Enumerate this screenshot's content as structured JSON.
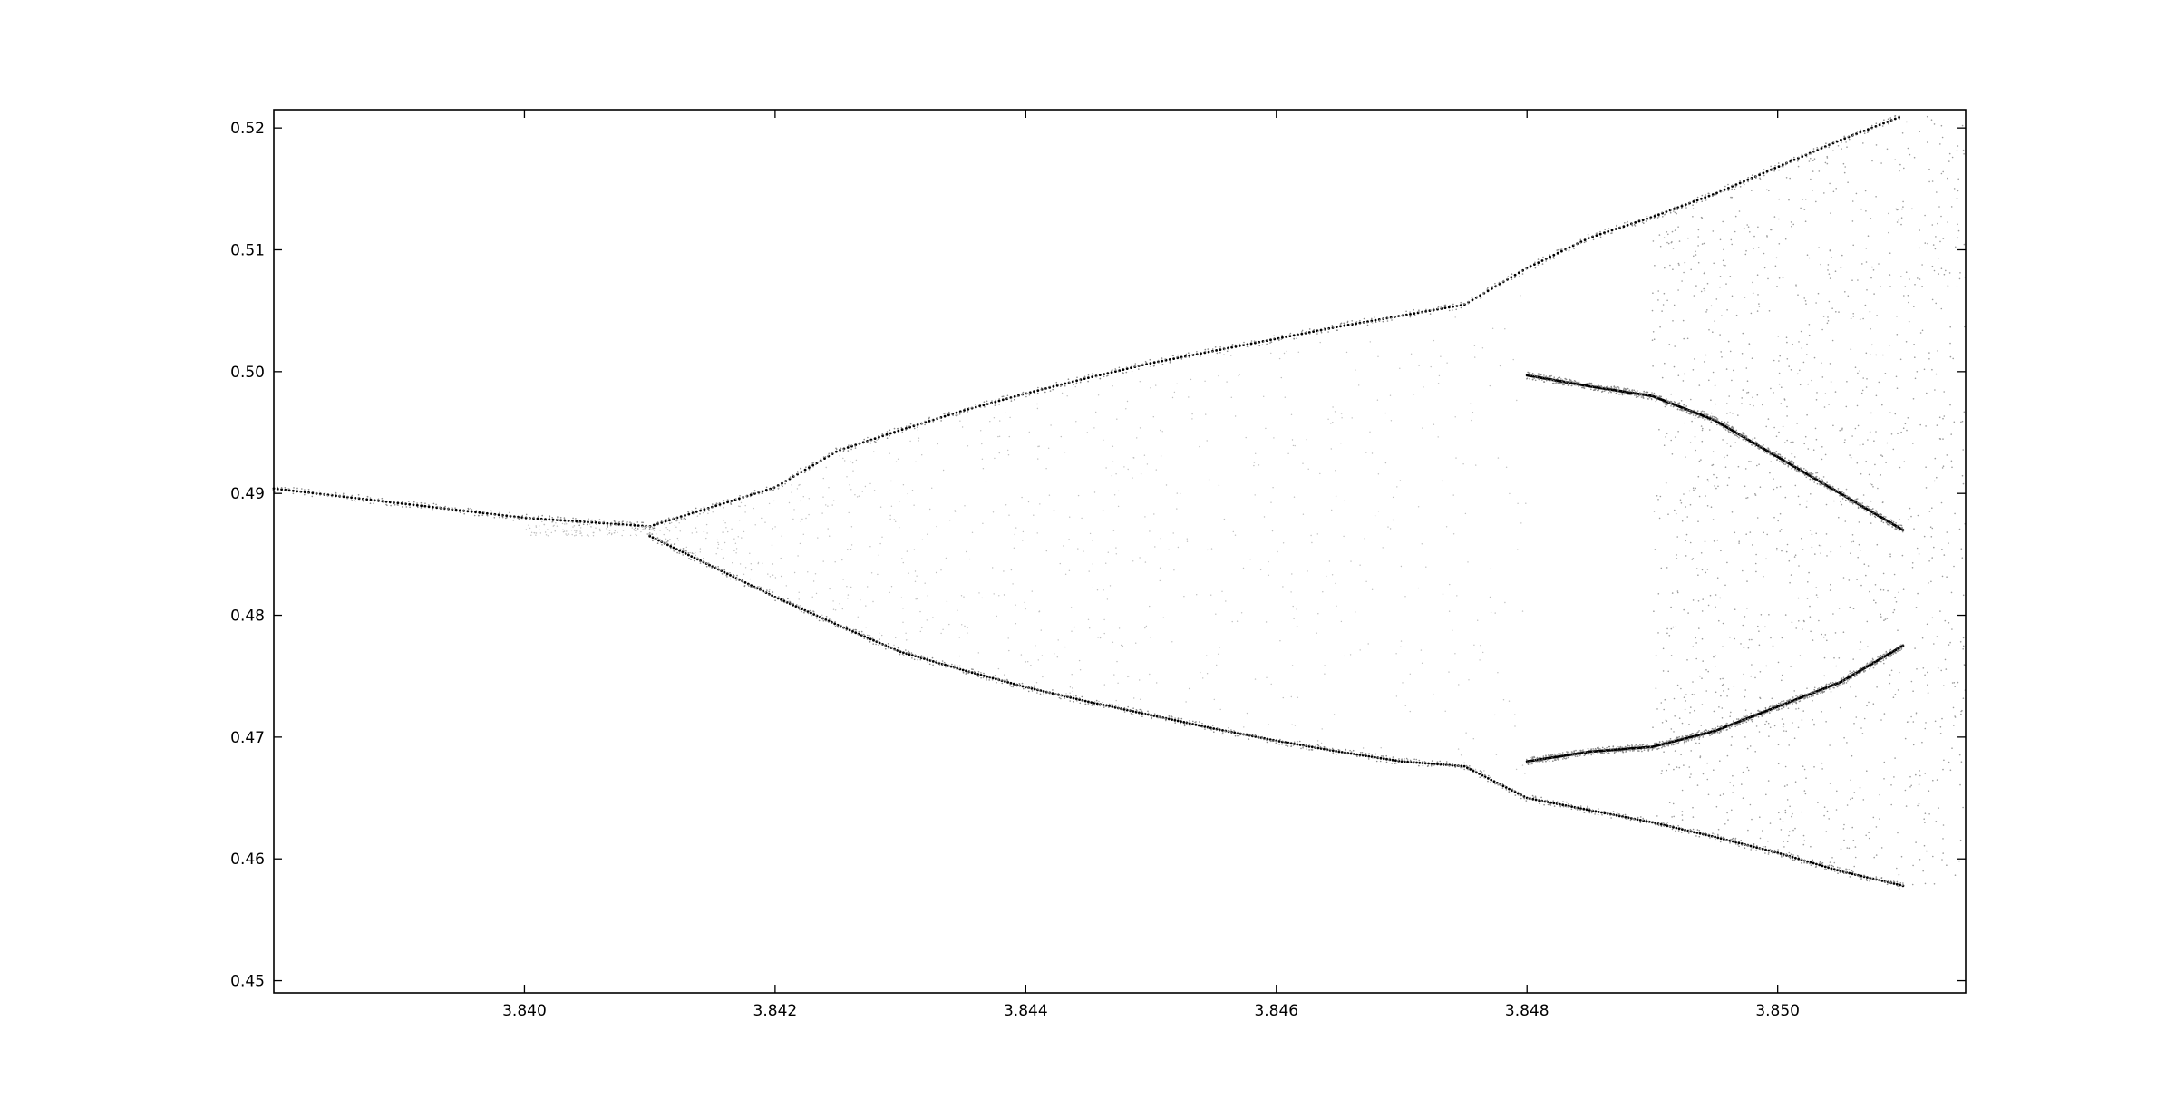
{
  "chart_data": {
    "type": "scatter",
    "title": "",
    "xlabel": "",
    "ylabel": "",
    "xlim": [
      3.838,
      3.8515
    ],
    "ylim": [
      0.449,
      0.5215
    ],
    "grid": false,
    "x_ticks": [
      "3.840",
      "3.842",
      "3.844",
      "3.846",
      "3.848",
      "3.850"
    ],
    "y_ticks": [
      "0.45",
      "0.46",
      "0.47",
      "0.48",
      "0.49",
      "0.50",
      "0.51",
      "0.52"
    ],
    "marker_color": "#000000",
    "series": [
      {
        "description_key": "upper",
        "points": [
          [
            3.838,
            0.4904
          ],
          [
            3.8385,
            0.4898
          ],
          [
            3.839,
            0.4892
          ],
          [
            3.8395,
            0.4886
          ],
          [
            3.84,
            0.488
          ],
          [
            3.841,
            0.4873
          ],
          [
            3.842,
            0.4905
          ],
          [
            3.8425,
            0.4935
          ],
          [
            3.843,
            0.4952
          ],
          [
            3.8435,
            0.4968
          ],
          [
            3.844,
            0.4982
          ],
          [
            3.8445,
            0.4995
          ],
          [
            3.845,
            0.5007
          ],
          [
            3.8455,
            0.5017
          ],
          [
            3.846,
            0.5027
          ],
          [
            3.8465,
            0.5037
          ],
          [
            3.847,
            0.5046
          ],
          [
            3.8475,
            0.5055
          ],
          [
            3.848,
            0.5085
          ],
          [
            3.8485,
            0.511
          ],
          [
            3.849,
            0.5127
          ],
          [
            3.8495,
            0.5146
          ],
          [
            3.85,
            0.5168
          ],
          [
            3.8505,
            0.519
          ],
          [
            3.851,
            0.521
          ]
        ]
      },
      {
        "description_key": "lower",
        "points": [
          [
            3.841,
            0.4865
          ],
          [
            3.842,
            0.4815
          ],
          [
            3.8425,
            0.4792
          ],
          [
            3.843,
            0.477
          ],
          [
            3.8435,
            0.4755
          ],
          [
            3.844,
            0.4741
          ],
          [
            3.8445,
            0.4729
          ],
          [
            3.845,
            0.4718
          ],
          [
            3.8455,
            0.4707
          ],
          [
            3.846,
            0.4697
          ],
          [
            3.8465,
            0.4688
          ],
          [
            3.847,
            0.468
          ],
          [
            3.8475,
            0.4676
          ],
          [
            3.848,
            0.465
          ],
          [
            3.8485,
            0.464
          ],
          [
            3.849,
            0.463
          ],
          [
            3.8495,
            0.4618
          ],
          [
            3.85,
            0.4605
          ],
          [
            3.8505,
            0.459
          ],
          [
            3.851,
            0.4578
          ]
        ]
      },
      {
        "description_key": "upper_inner",
        "points": [
          [
            3.848,
            0.4997
          ],
          [
            3.8485,
            0.4988
          ],
          [
            3.849,
            0.498
          ],
          [
            3.8495,
            0.496
          ],
          [
            3.85,
            0.493
          ],
          [
            3.8505,
            0.49
          ],
          [
            3.851,
            0.487
          ]
        ]
      },
      {
        "description_key": "lower_inner",
        "points": [
          [
            3.848,
            0.468
          ],
          [
            3.8485,
            0.4688
          ],
          [
            3.849,
            0.4692
          ],
          [
            3.8495,
            0.4705
          ],
          [
            3.85,
            0.4725
          ],
          [
            3.8505,
            0.4745
          ],
          [
            3.851,
            0.4775
          ]
        ]
      }
    ]
  }
}
